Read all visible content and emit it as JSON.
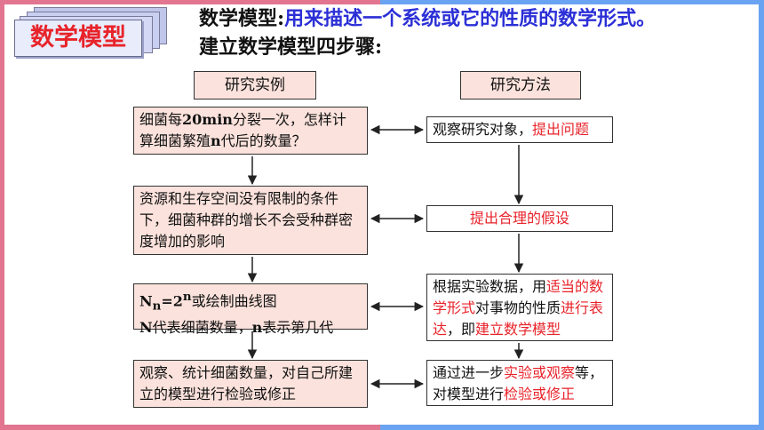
{
  "badge": {
    "title": "数学模型"
  },
  "header": {
    "term": "数学模型:",
    "definition": "用来描述一个系统或它的性质的数学形式。",
    "steps": "建立数学模型四步骤:"
  },
  "columns": {
    "left_title": "研究实例",
    "right_title": "研究方法"
  },
  "examples": [
    {
      "line1_pre": "细菌每",
      "line1_bold": "20min",
      "line1_post": "分裂一次，怎样计",
      "line2_pre": "算细菌繁殖",
      "line2_bold": "n",
      "line2_post": "代后的数量？"
    },
    {
      "text": "资源和生存空间没有限制的条件下，细菌种群的增长不会受种群密度增加的影响"
    },
    {
      "formula_N": "N",
      "formula_sub": "n",
      "formula_eq": "=2",
      "formula_sup": "n",
      "formula_post": "或绘制曲线图",
      "line2_b1": "N",
      "line2_t1": "代表细菌数量，",
      "line2_b2": "n",
      "line2_t2": "表示第几代"
    },
    {
      "text": "观察、统计细菌数量，对自己所建立的模型进行检验或修正"
    }
  ],
  "methods": [
    {
      "plain": "观察研究对象，",
      "red": "提出问题"
    },
    {
      "red": "提出合理的假设"
    },
    {
      "p1": "根据实验数据，用",
      "r1": "适当的数学形式",
      "p2": "对事物的性质",
      "r2": "进行表达",
      "p3": "，即",
      "r3": "建立数学模型"
    },
    {
      "p1": "通过进一步",
      "r1": "实验或观察",
      "p2": "等，对模型进行",
      "r2": "检验或修正"
    }
  ]
}
